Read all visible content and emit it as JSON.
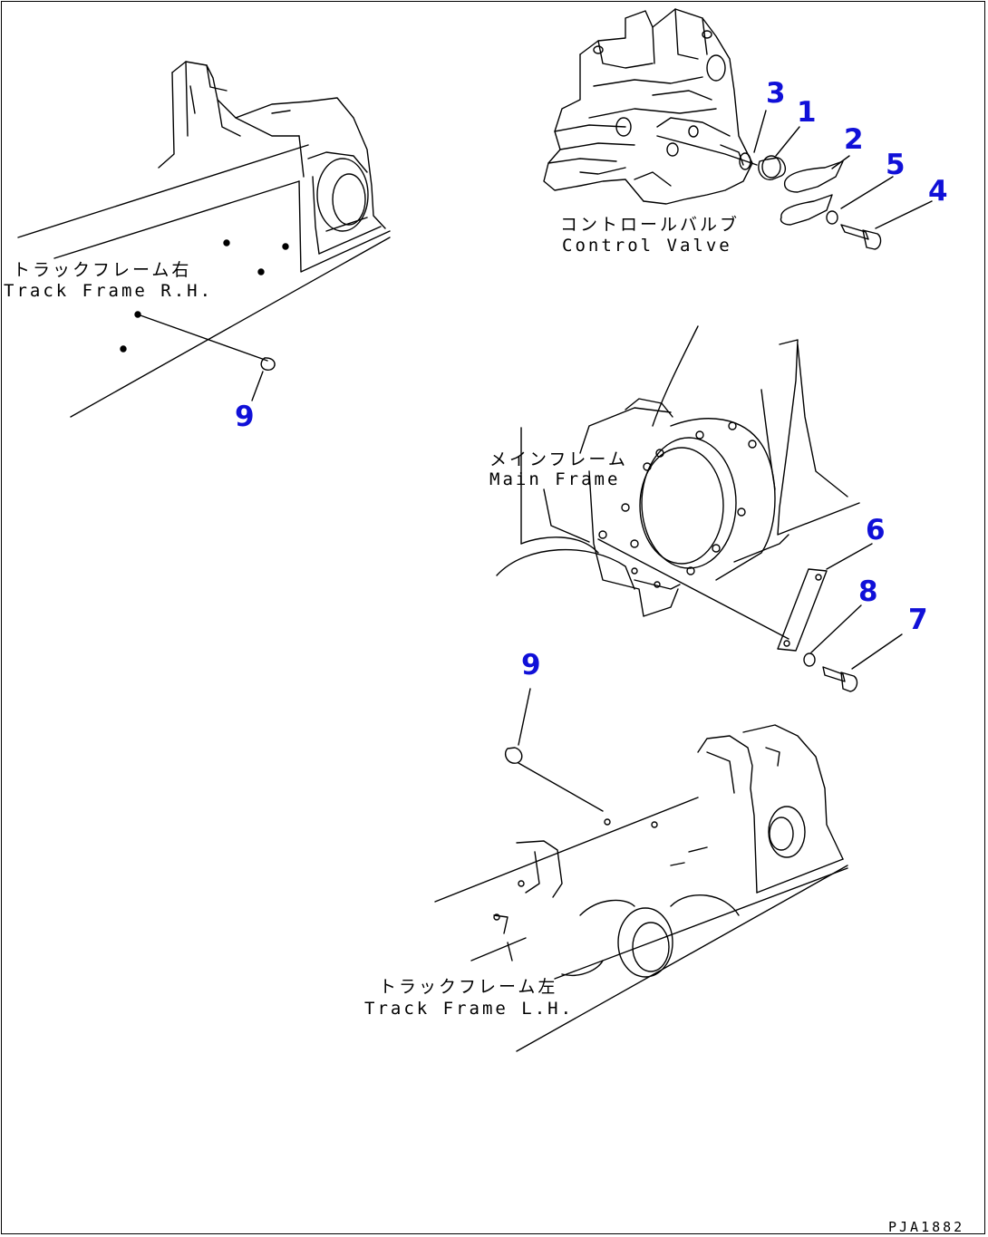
{
  "labels": {
    "track_frame_rh_jp": "トラックフレーム右",
    "track_frame_rh_en": "Track Frame R.H.",
    "control_valve_jp": "コントロールバルブ",
    "control_valve_en": "Control Valve",
    "main_frame_jp": "メインフレーム",
    "main_frame_en": "Main Frame",
    "track_frame_lh_jp": "トラックフレーム左",
    "track_frame_lh_en": "Track Frame L.H."
  },
  "callouts": {
    "c1": "1",
    "c2": "2",
    "c3": "3",
    "c4": "4",
    "c5": "5",
    "c6": "6",
    "c7": "7",
    "c8": "8",
    "c9_upper": "9",
    "c9_lower": "9"
  },
  "drawing_code": "PJA1882",
  "colors": {
    "callout": "#1010d8",
    "line": "#000000"
  }
}
